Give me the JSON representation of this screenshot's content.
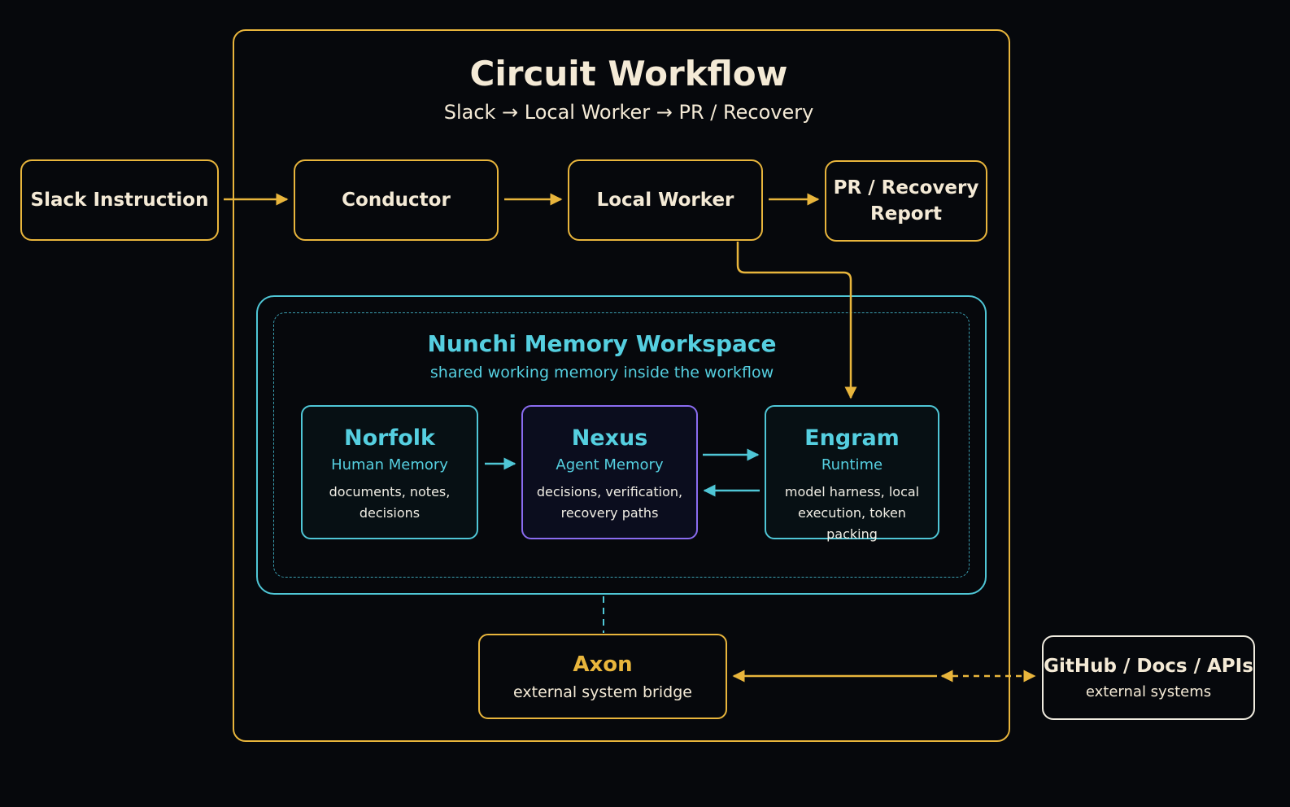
{
  "diagram": {
    "title": "Circuit Workflow",
    "subtitle": "Slack → Local Worker → PR / Recovery",
    "colors": {
      "background": "#06080c",
      "workflow_accent": "#e8b53c",
      "memory_accent": "#4fc6d6",
      "nexus_accent": "#8a6cf0",
      "text": "#f4ead6"
    },
    "flow": {
      "slack": "Slack Instruction",
      "conductor": "Conductor",
      "worker": "Local Worker",
      "report_line1": "PR / Recovery",
      "report_line2": "Report"
    },
    "memory": {
      "title": "Nunchi Memory Workspace",
      "subtitle": "shared working memory inside the workflow",
      "norfolk": {
        "title": "Norfolk",
        "subtitle": "Human Memory",
        "desc": "documents, notes, decisions"
      },
      "nexus": {
        "title": "Nexus",
        "subtitle": "Agent Memory",
        "desc_line1": "decisions, verification,",
        "desc_line2": "recovery paths"
      },
      "engram": {
        "title": "Engram",
        "subtitle": "Runtime",
        "desc_line1": "model harness, local",
        "desc_line2": "execution, token packing"
      }
    },
    "axon": {
      "title": "Axon",
      "subtitle": "external system bridge"
    },
    "external": {
      "title": "GitHub / Docs / APIs",
      "subtitle": "external systems"
    }
  }
}
